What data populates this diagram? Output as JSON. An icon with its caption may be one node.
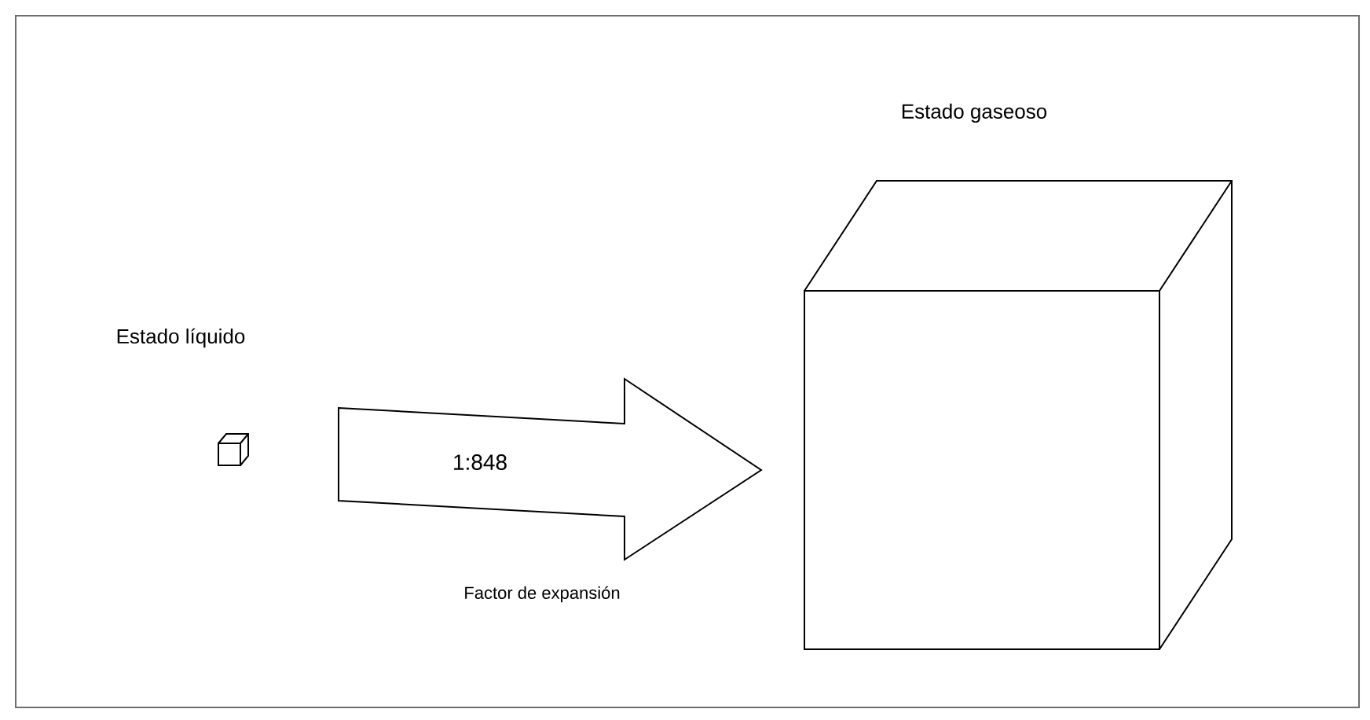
{
  "diagram": {
    "nodes": [
      {
        "text": [
          "Estado líquido"
        ]
      },
      {
        "text": [
          "Estado gaseoso"
        ]
      }
    ],
    "edges": [
      {
        "from": 0,
        "to": 1,
        "arrow": "to",
        "label": "1:848"
      }
    ],
    "labels": [
      "Factor de expansión"
    ]
  }
}
